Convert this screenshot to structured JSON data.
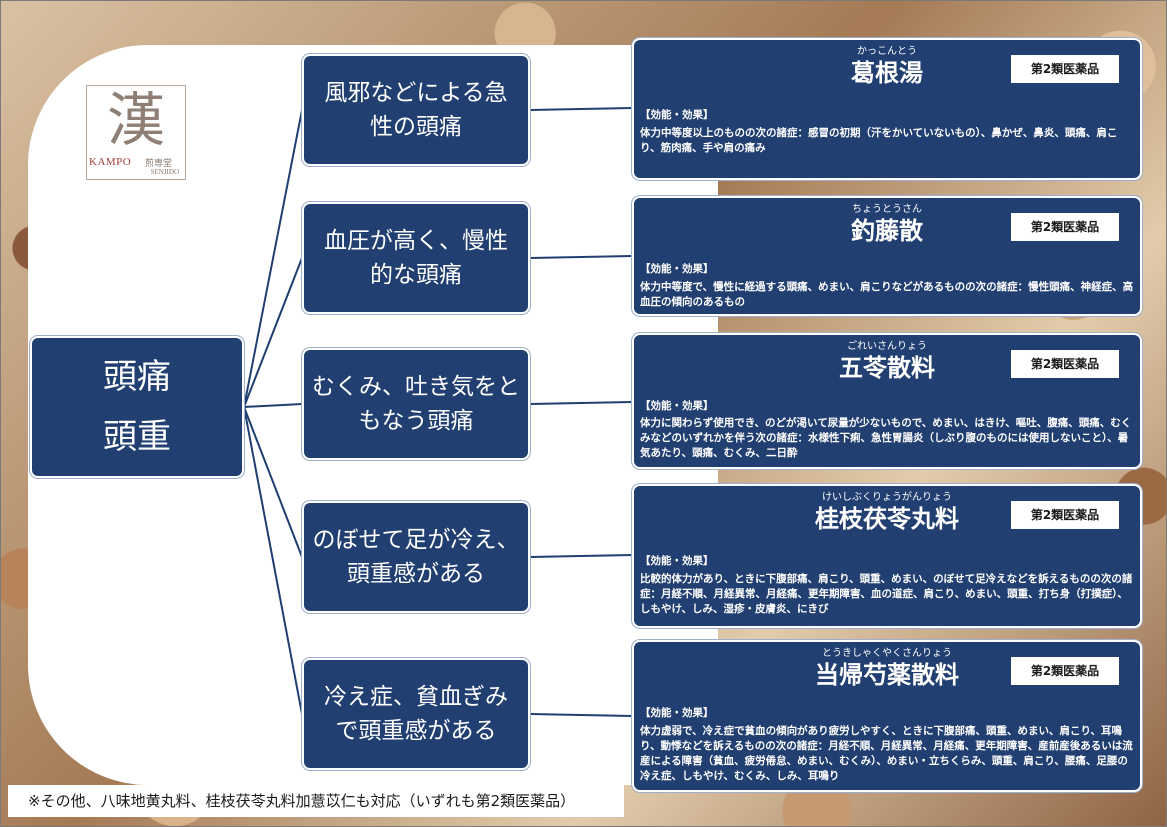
{
  "logo": {
    "kanji": "漢",
    "brand": "KAMPO",
    "maker": "煎専堂",
    "maker_roman": "SENJIDO"
  },
  "root": {
    "line1": "頭痛",
    "line2": "頭重"
  },
  "symptoms": [
    "風邪などによる急\n性の頭痛",
    "血圧が高く、慢性\n的な頭痛",
    "むくみ、吐き気をと\nもなう頭痛",
    "のぼせて足が冷え、\n頭重感がある",
    "冷え症、貧血ぎみ\nで頭重感がある"
  ],
  "remedies": [
    {
      "ruby": "かっこんとう",
      "name": "葛根湯",
      "badge": "第2類医薬品",
      "heading": "【効能・効果】",
      "desc": "体力中等度以上のものの次の諸症：感冒の初期（汗をかいていないもの）、鼻かぜ、鼻炎、頭痛、肩こり、筋肉痛、手や肩の痛み"
    },
    {
      "ruby": "ちょうとうさん",
      "name": "釣藤散",
      "badge": "第2類医薬品",
      "heading": "【効能・効果】",
      "desc": "体力中等度で、慢性に経過する頭痛、めまい、肩こりなどがあるものの次の諸症：慢性頭痛、神経症、高血圧の傾向のあるもの"
    },
    {
      "ruby": "ごれいさんりょう",
      "name": "五苓散料",
      "badge": "第2類医薬品",
      "heading": "【効能・効果】",
      "desc": "体力に関わらず使用でき、のどが渇いて尿量が少ないもので、めまい、はきけ、嘔吐、腹痛、頭痛、むくみなどのいずれかを伴う次の諸症：水様性下痢、急性胃腸炎（しぶり腹のものには使用しないこと）、暑気あたり、頭痛、むくみ、二日酔"
    },
    {
      "ruby": "けいしぶくりょうがんりょう",
      "name": "桂枝茯苓丸料",
      "badge": "第2類医薬品",
      "heading": "【効能・効果】",
      "desc": "比較的体力があり、ときに下腹部痛、肩こり、頭重、めまい、のぼせて足冷えなどを訴えるものの次の諸症：月経不順、月経異常、月経痛、更年期障害、血の道症、肩こり、めまい、頭重、打ち身（打撲症）、しもやけ、しみ、湿疹・皮膚炎、にきび"
    },
    {
      "ruby": "とうきしゃくやくさんりょう",
      "name": "当帰芍薬散料",
      "badge": "第2類医薬品",
      "heading": "【効能・効果】",
      "desc": "体力虚弱で、冷え症で貧血の傾向があり疲労しやすく、ときに下腹部痛、頭重、めまい、肩こり、耳鳴り、動悸などを訴えるものの次の諸症：月経不順、月経異常、月経痛、更年期障害、産前産後あるいは流産による障害（貧血、疲労倦怠、めまい、むくみ）、めまい・立ちくらみ、頭重、肩こり、腰痛、足腰の冷え症、しもやけ、むくみ、しみ、耳鳴り"
    }
  ],
  "note": "※その他、八味地黄丸料、桂枝茯苓丸料加薏苡仁も対応（いずれも第2類医薬品）"
}
